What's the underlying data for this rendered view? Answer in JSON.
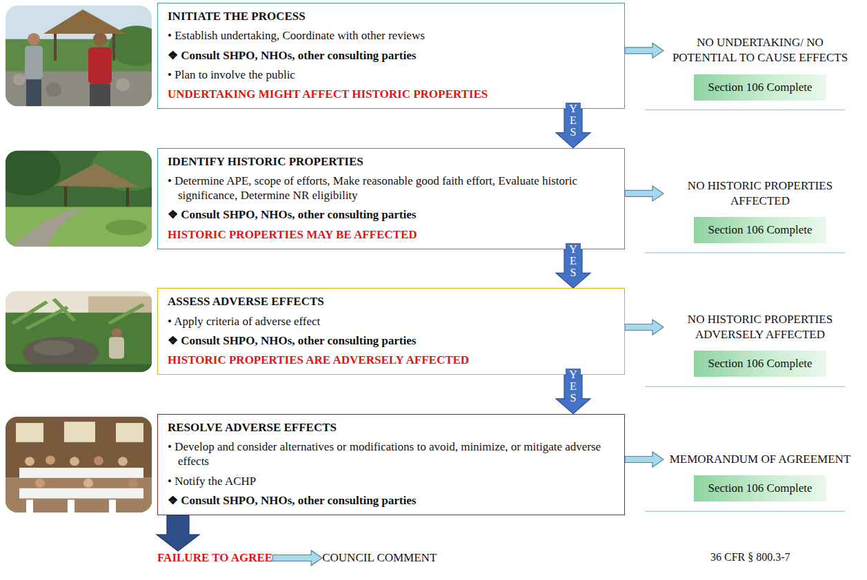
{
  "diagram": {
    "nodes": [
      {
        "text": [
          "INITIATE THE PROCESS",
          "• Establish undertaking, Coordinate with other reviews",
          "❖ Consult SHPO, NHOs, other consulting parties",
          "• Plan to involve the public",
          "UNDERTAKING MIGHT AFFECT HISTORIC PROPERTIES"
        ]
      },
      {
        "text": [
          "NO UNDERTAKING/ NO POTENTIAL TO CAUSE EFFECTS",
          "Section 106 Complete"
        ]
      },
      {
        "text": [
          "IDENTIFY HISTORIC PROPERTIES",
          "• Determine APE, scope of efforts, Make reasonable good faith effort, Evaluate historic significance, Determine NR eligibility",
          "❖ Consult SHPO, NHOs, other consulting parties",
          "HISTORIC PROPERTIES MAY BE AFFECTED"
        ]
      },
      {
        "text": [
          "NO HISTORIC PROPERTIES AFFECTED",
          "Section 106 Complete"
        ]
      },
      {
        "text": [
          "ASSESS ADVERSE EFFECTS",
          "• Apply criteria of adverse effect",
          "❖ Consult SHPO, NHOs, other consulting parties",
          "HISTORIC PROPERTIES ARE ADVERSELY AFFECTED"
        ]
      },
      {
        "text": [
          "NO HISTORIC PROPERTIES ADVERSELY AFFECTED",
          "Section 106 Complete"
        ]
      },
      {
        "text": [
          "RESOLVE ADVERSE EFFECTS",
          "• Develop and consider alternatives or modifications to avoid, minimize, or mitigate adverse effects",
          "• Notify the ACHP",
          "❖ Consult SHPO, NHOs, other consulting parties"
        ]
      },
      {
        "text": [
          "MEMORANDUM OF AGREEMENT",
          "Section 106 Complete"
        ]
      },
      {
        "text": [
          "FAILURE TO AGREE"
        ]
      },
      {
        "text": [
          "COUNCIL COMMENT"
        ]
      }
    ],
    "edges": [
      {
        "from": 0,
        "to": 1,
        "arrow": "to"
      },
      {
        "from": 0,
        "to": 2,
        "label": "YES",
        "arrow": "to"
      },
      {
        "from": 2,
        "to": 3,
        "arrow": "to"
      },
      {
        "from": 2,
        "to": 4,
        "label": "YES",
        "arrow": "to"
      },
      {
        "from": 4,
        "to": 5,
        "arrow": "to"
      },
      {
        "from": 4,
        "to": 6,
        "label": "YES",
        "arrow": "to"
      },
      {
        "from": 6,
        "to": 7,
        "arrow": "to"
      },
      {
        "from": 6,
        "to": 8,
        "arrow": "to"
      },
      {
        "from": 8,
        "to": 9,
        "arrow": "to"
      }
    ],
    "labels": [
      "36 CFR § 800.3-7"
    ]
  }
}
